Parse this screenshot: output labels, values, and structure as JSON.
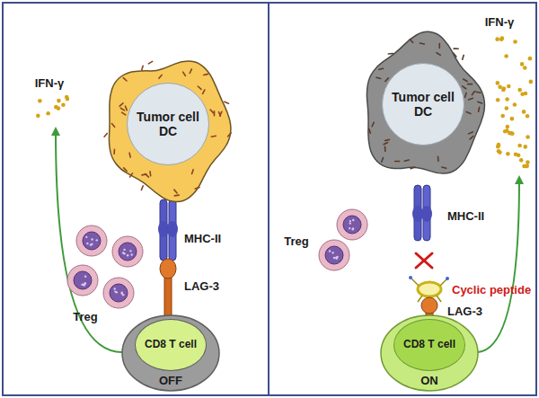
{
  "diagram": {
    "nodes": [
      {
        "text": [
          "Tumor cell DC"
        ]
      },
      {
        "text": [
          "CD8 T cell",
          "OFF"
        ]
      },
      {
        "text": [
          "Tumor cell DC"
        ]
      },
      {
        "text": [
          "CD8 T cell",
          "ON"
        ]
      }
    ],
    "labels": [
      "IFN-γ",
      "Treg",
      "MHC-II",
      "LAG-3",
      "IFN-γ",
      "MHC-II",
      "Treg",
      "Cyclic peptide",
      "LAG-3"
    ]
  }
}
